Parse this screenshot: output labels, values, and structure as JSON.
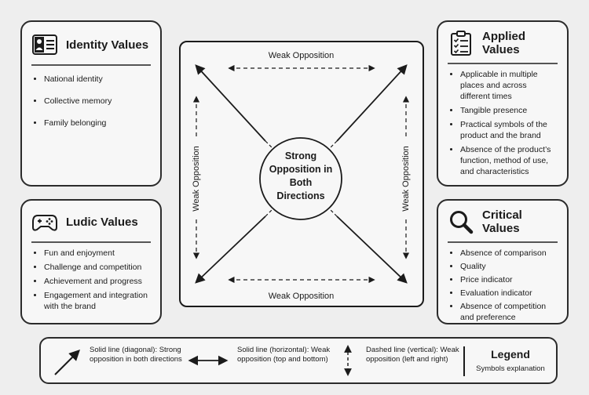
{
  "identity": {
    "title": "Identity Values",
    "items": [
      "National identity",
      "Collective memory",
      "Family belonging"
    ]
  },
  "ludic": {
    "title": "Ludic Values",
    "items": [
      "Fun and enjoyment",
      "Challenge and competition",
      "Achievement and progress",
      "Engagement and integration with the brand"
    ]
  },
  "applied": {
    "title": "Applied Values",
    "items": [
      "Applicable in multiple places and across different times",
      "Tangible presence",
      "Practical symbols of the product and the brand",
      "Absence of the product’s function, method of use, and characteristics"
    ]
  },
  "critical": {
    "title": "Critical Values",
    "items": [
      "Absence of comparison",
      "Quality",
      "Price indicator",
      "Evaluation indicator",
      "Absence of competition and preference"
    ]
  },
  "center": {
    "core": "Strong Opposition in Both Directions",
    "top": "Weak Opposition",
    "bottom": "Weak Opposition",
    "left": "Weak Opposition",
    "right": "Weak Opposition"
  },
  "legend": {
    "diag": "Solid line (diagonal): Strong opposition in both directions",
    "horiz": "Solid line (horizontal): Weak opposition (top and bottom)",
    "vert": "Dashed line (vertical): Weak opposition (left and right)",
    "title": "Legend",
    "subtitle": "Symbols explanation"
  }
}
